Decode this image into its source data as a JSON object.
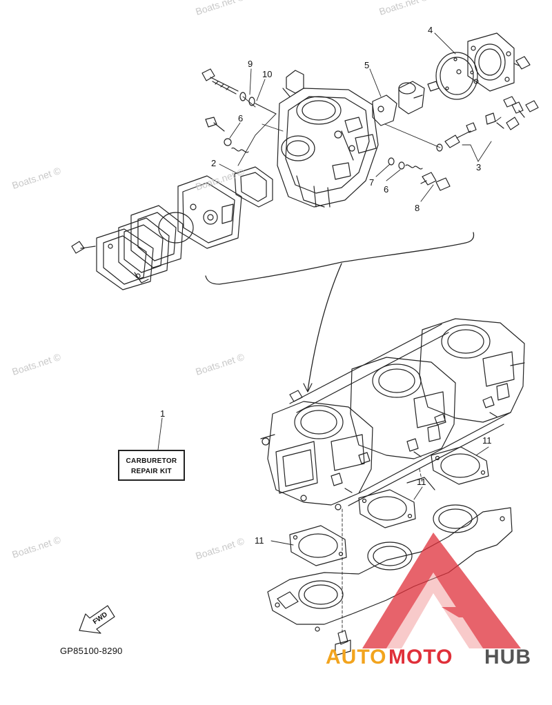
{
  "callouts": [
    {
      "id": "c9",
      "label": "9"
    },
    {
      "id": "c10",
      "label": "10"
    },
    {
      "id": "c4",
      "label": "4"
    },
    {
      "id": "c5",
      "label": "5"
    },
    {
      "id": "c6a",
      "label": "6"
    },
    {
      "id": "c2",
      "label": "2"
    },
    {
      "id": "c3",
      "label": "3"
    },
    {
      "id": "c7",
      "label": "7"
    },
    {
      "id": "c6b",
      "label": "6"
    },
    {
      "id": "c8",
      "label": "8"
    },
    {
      "id": "c1",
      "label": "1"
    },
    {
      "id": "c11a",
      "label": "11"
    },
    {
      "id": "c11b",
      "label": "11"
    },
    {
      "id": "c11c",
      "label": "11"
    }
  ],
  "repair_kit": {
    "line1": "CARBURETOR",
    "line2": "REPAIR KIT"
  },
  "fwd_label": "FWD",
  "part_code": "GP85100-8290",
  "watermark_text": "Boats.net ©",
  "logo": {
    "part1": "AUTO",
    "part2": "MOTO",
    "part3": "HUB"
  },
  "colors": {
    "line": "#222222",
    "watermark": "#c8c8c8",
    "logo_red": "#e0303a",
    "logo_orange": "#f2a41e",
    "logo_gray": "#555555"
  }
}
